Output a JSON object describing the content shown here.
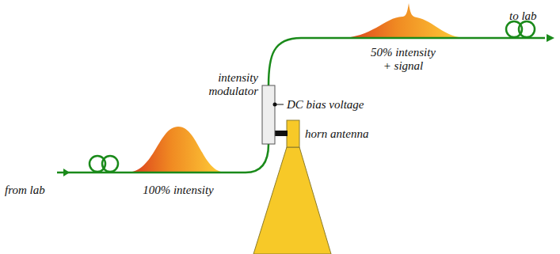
{
  "diagram": {
    "labels": [
      "from lab",
      "100% intensity",
      "intensity modulator",
      "DC bias voltage",
      "horn antenna",
      "50% intensity + signal",
      "to lab"
    ]
  }
}
